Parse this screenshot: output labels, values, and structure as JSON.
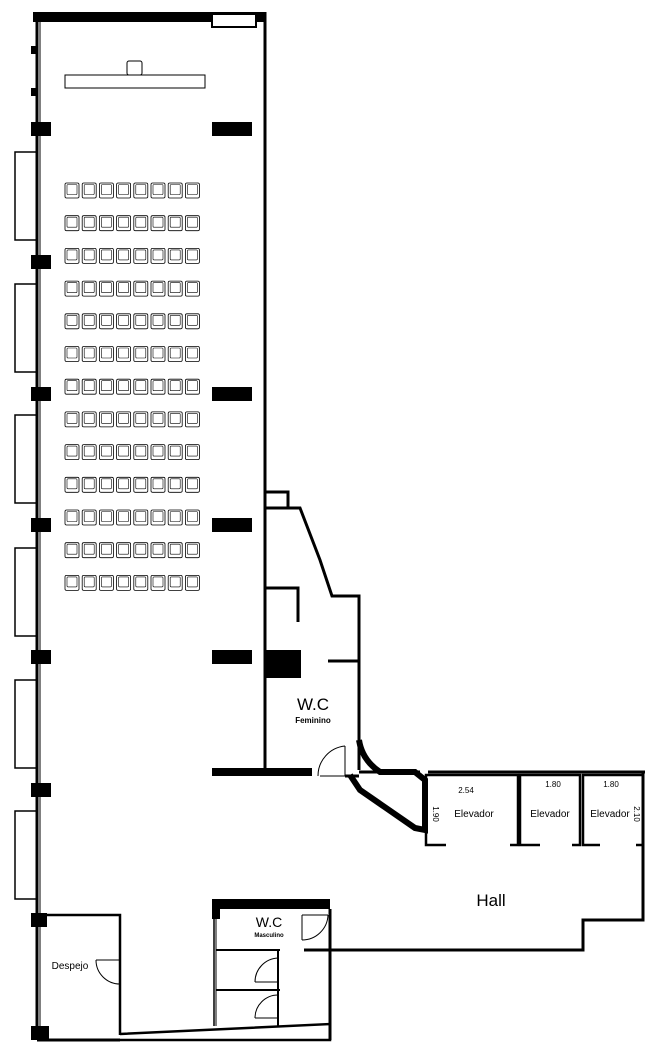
{
  "plan": {
    "rooms": {
      "wc_fem_title": "W.C",
      "wc_fem_sub": "Feminino",
      "wc_masc_title": "W.C",
      "wc_masc_sub": "Masculino",
      "hall": "Hall",
      "despejo": "Despejo"
    },
    "elevators": [
      {
        "label": "Elevador",
        "width_text": "2.54",
        "depth_text": "1.90"
      },
      {
        "label": "Elevador",
        "width_text": "1.80",
        "depth_text": ""
      },
      {
        "label": "Elevador",
        "width_text": "1.80",
        "depth_text": "2.10"
      }
    ],
    "seating": {
      "rows": 13,
      "seats_per_row": 8
    },
    "colors": {
      "wall": "#000000",
      "line": "#000000",
      "background": "#ffffff"
    }
  }
}
